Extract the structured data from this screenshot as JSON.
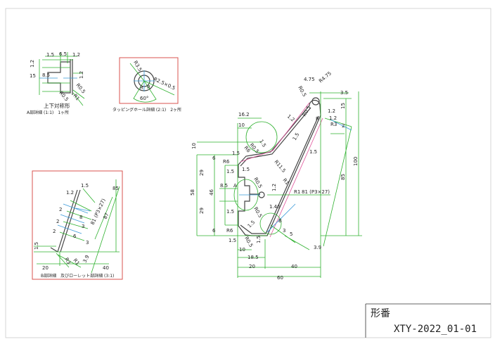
{
  "title_block": {
    "label": "形番",
    "part_number": "XTY-2022_01-01"
  },
  "detail_a": {
    "dims": [
      "1.5",
      "6.5",
      "1.2",
      "1.2",
      "15",
      "8.5",
      "1.2",
      "R0.5",
      "R1",
      "R0.5"
    ],
    "note": "上下対称形",
    "caption": "A部詳細 (1:1)　1ヶ所"
  },
  "tapping_detail": {
    "dims": [
      "R3.5",
      "R2.5×0.5",
      "R",
      "R",
      "60°"
    ],
    "caption": "タッピングホール詳細 (2:1)　2ヶ所"
  },
  "detail_b": {
    "dims": [
      "1.5",
      "1.2",
      "85",
      "2",
      "8",
      "2",
      "3",
      "81 (P3×27)",
      "87",
      "6",
      "2",
      "3",
      "1.5",
      "R3",
      "R1",
      "3.9",
      "20",
      "40"
    ],
    "caption": "B部詳細　及びローレット部詳細 (3:1)"
  },
  "main_view": {
    "dims": [
      "4.75",
      "R4.75",
      "R0.5",
      "3.5",
      "15",
      "1.2",
      "1.2",
      "R3",
      "R",
      "2",
      "R0.5",
      "1.2",
      "16.2",
      "10",
      "10",
      "R6",
      "R0.5",
      "1.5",
      "R11.5",
      "1.5",
      "R6",
      "1.5",
      "1.5",
      "1.5",
      "1.5",
      "29",
      "58",
      "46",
      "8.5",
      "A",
      "R0.5",
      "1.2",
      "R1",
      "R1",
      "81 (P3×27)",
      "100",
      "85",
      "29",
      "1.5",
      "R0.5",
      "1.46",
      "6",
      "6",
      "1.5",
      "B",
      "R6",
      "1.5",
      "R0.5",
      "1.5",
      "3",
      "5",
      "3.9",
      "10",
      "18.5",
      "20",
      "40",
      "60"
    ]
  }
}
